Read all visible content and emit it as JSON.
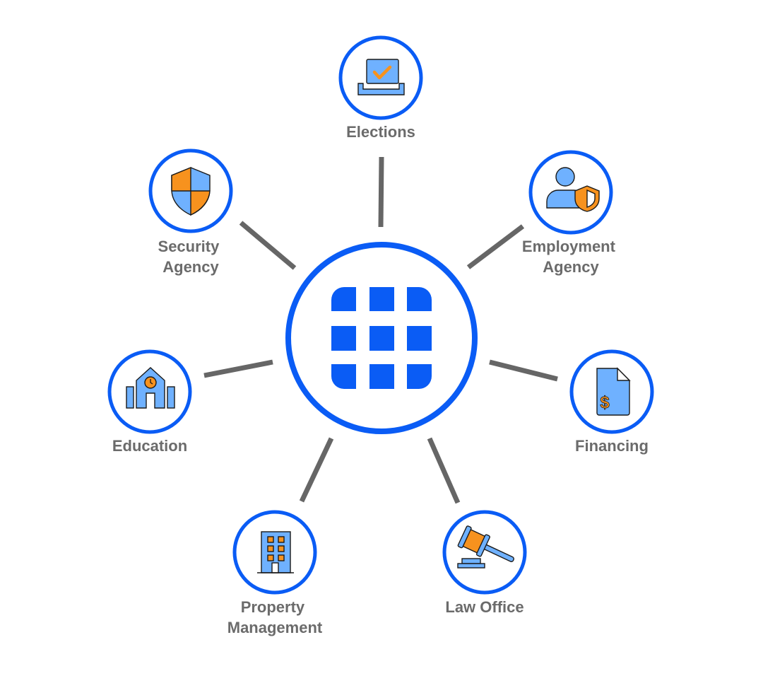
{
  "colors": {
    "accent_blue": "#0a5cf5",
    "icon_blue": "#6fb1ff",
    "icon_orange": "#f7921e",
    "spoke_gray": "#666666",
    "label_gray": "#6b6b6b"
  },
  "hub": {
    "icon": "grid-logo-icon"
  },
  "nodes": [
    {
      "id": "elections",
      "icon": "ballot-box-icon",
      "label_lines": [
        "Elections"
      ]
    },
    {
      "id": "employment-agency",
      "icon": "user-shield-icon",
      "label_lines": [
        "Employment",
        "Agency"
      ]
    },
    {
      "id": "financing",
      "icon": "invoice-dollar-icon",
      "label_lines": [
        "Financing"
      ]
    },
    {
      "id": "law-office",
      "icon": "gavel-icon",
      "label_lines": [
        "Law Office"
      ]
    },
    {
      "id": "property-management",
      "icon": "office-building-icon",
      "label_lines": [
        "Property",
        "Management"
      ]
    },
    {
      "id": "education",
      "icon": "school-building-icon",
      "label_lines": [
        "Education"
      ]
    },
    {
      "id": "security-agency",
      "icon": "shield-icon",
      "label_lines": [
        "Security",
        "Agency"
      ]
    }
  ]
}
